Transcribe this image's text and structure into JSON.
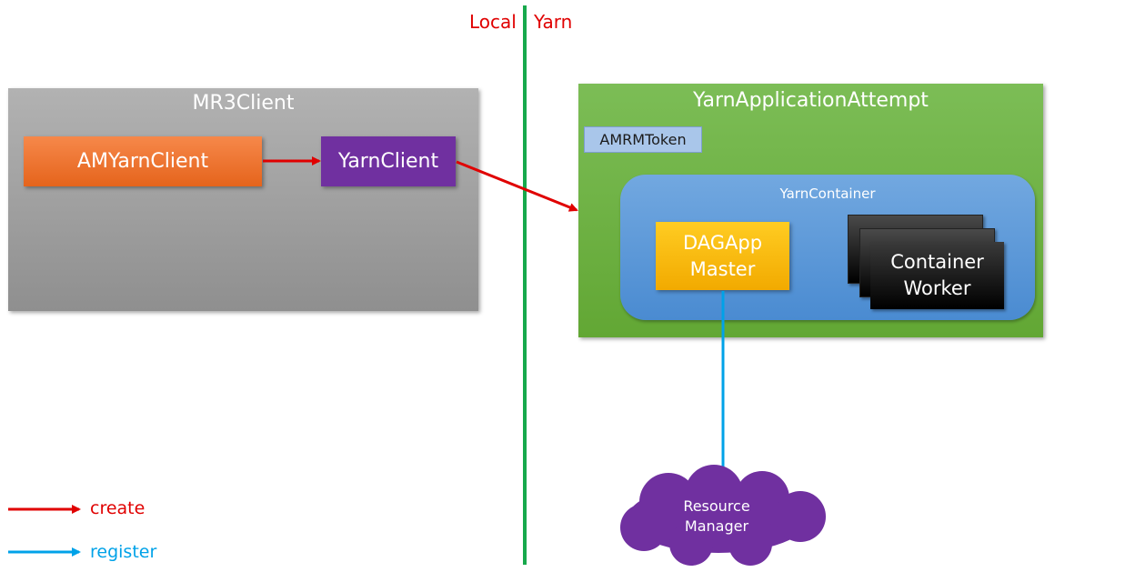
{
  "regions": {
    "local_label": "Local",
    "yarn_label": "Yarn"
  },
  "mr3client": {
    "title": "MR3Client",
    "am_yarn_client": "AMYarnClient",
    "yarn_client": "YarnClient"
  },
  "attempt": {
    "title": "YarnApplicationAttempt",
    "token": "AMRMToken",
    "container": {
      "title": "YarnContainer",
      "dag_app_master": [
        "DAGApp",
        "Master"
      ],
      "container_worker": [
        "Container",
        "Worker"
      ]
    }
  },
  "resource_manager": [
    "Resource",
    "Manager"
  ],
  "legend": [
    {
      "label": "create",
      "color": "#e00000"
    },
    {
      "label": "register",
      "color": "#00a2e8"
    }
  ],
  "colors": {
    "create_arrow": "#e00000",
    "register_arrow": "#00a2e8",
    "divider": "#17a94c",
    "cloud": "#7030a0"
  }
}
